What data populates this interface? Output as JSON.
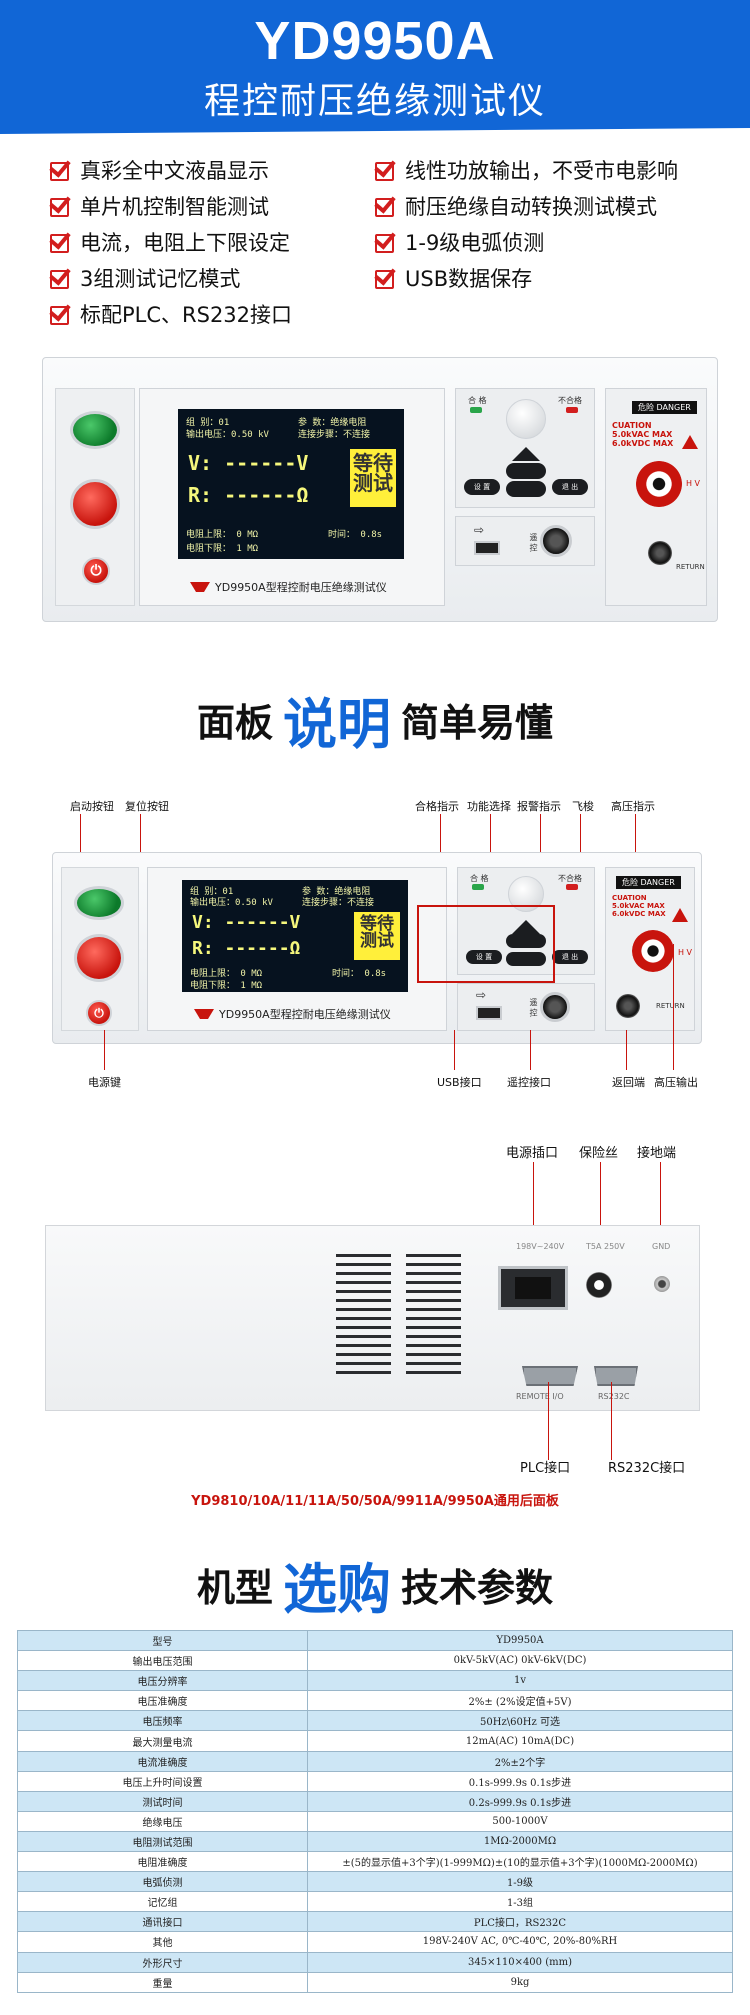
{
  "header": {
    "model": "YD9950A",
    "subtitle": "程控耐压绝缘测试仪"
  },
  "features": {
    "left": [
      "真彩全中文液晶显示",
      "单片机控制智能测试",
      "电流，电阻上下限设定",
      "3组测试记忆模式",
      "标配PLC、RS232接口"
    ],
    "right": [
      "线性功放输出，不受市电影响",
      "耐压绝缘自动转换测试模式",
      "1-9级电弧侦测",
      "USB数据保存"
    ]
  },
  "device": {
    "screen": {
      "line1_left": "组   别：01",
      "line1_right": "参   数：绝缘电阻",
      "line2_left": "输出电压：0.50 kV",
      "line2_right": "连接步骤：不连接",
      "v_row": "V:  ------V",
      "r_row": "R:  ------Ω",
      "wait_1": "等待",
      "wait_2": "测试",
      "upper_limit": "电阻上限：  0 MΩ",
      "lower_limit": "电阻下限：  1 MΩ",
      "time": "时间：  0.8s"
    },
    "nameplate": "YD9950A型程控耐电压绝缘测试仪",
    "pass_label": "合 格",
    "fail_label": "不合格",
    "key_set": "设 置",
    "key_exit": "退 出",
    "remote_label": "遥 控",
    "danger": "危险 DANGER",
    "caution_title": "CUATION",
    "caution_1": "5.0kVAC MAX",
    "caution_2": "6.0kVDC MAX",
    "hv_label": "H V",
    "return_label": "RETURN"
  },
  "section1": {
    "a": "面板",
    "b": "说明",
    "c": "简单易懂"
  },
  "callouts": {
    "start": "启动按钮",
    "reset": "复位按钮",
    "power": "电源键",
    "pass": "合格指示",
    "func": "功能选择",
    "alarm": "报警指示",
    "shuttle": "飞梭",
    "hv_ind": "高压指示",
    "usb": "USB接口",
    "remote": "遥控接口",
    "return": "返回端",
    "hv_out": "高压输出"
  },
  "rear": {
    "power_socket": "电源插口",
    "fuse": "保险丝",
    "ground": "接地端",
    "plc": "PLC接口",
    "rs232": "RS232C接口",
    "remote_tag": "REMOTE I/O",
    "rs232_tag": "RS232C",
    "voltage_tag": "198V~240V",
    "fuse_tag": "T5A 250V",
    "gnd_tag": "GND",
    "note": "YD9810/10A/11/11A/50/50A/9911A/9950A通用后面板"
  },
  "section2": {
    "a": "机型",
    "b": "选购",
    "c": "技术参数"
  },
  "specs": [
    [
      "型号",
      "YD9950A"
    ],
    [
      "输出电压范围",
      "0kV-5kV(AC)        0kV-6kV(DC)"
    ],
    [
      "电压分辨率",
      "1v"
    ],
    [
      "电压准确度",
      "2%± (2%设定值+5V)"
    ],
    [
      "电压频率",
      "50Hz\\60Hz   可选"
    ],
    [
      "最大测量电流",
      "12mA(AC)        10mA(DC)"
    ],
    [
      "电流准确度",
      "2%±2个字"
    ],
    [
      "电压上升时间设置",
      "0.1s-999.9s    0.1s步进"
    ],
    [
      "测试时间",
      "0.2s-999.9s    0.1s步进"
    ],
    [
      "绝缘电压",
      "500-1000V"
    ],
    [
      "电阻测试范围",
      "1MΩ-2000MΩ"
    ],
    [
      "电阻准确度",
      "±(5的显示值+3个字)(1-999MΩ)±(10的显示值+3个字)(1000MΩ-2000MΩ)"
    ],
    [
      "电弧侦测",
      "1-9级"
    ],
    [
      "记忆组",
      "1-3组"
    ],
    [
      "通讯接口",
      "PLC接口，RS232C"
    ],
    [
      "其他",
      "198V-240V AC, 0℃-40℃, 20%-80%RH"
    ],
    [
      "外形尺寸",
      "345×110×400 (mm)"
    ],
    [
      "重量",
      "9kg"
    ]
  ]
}
